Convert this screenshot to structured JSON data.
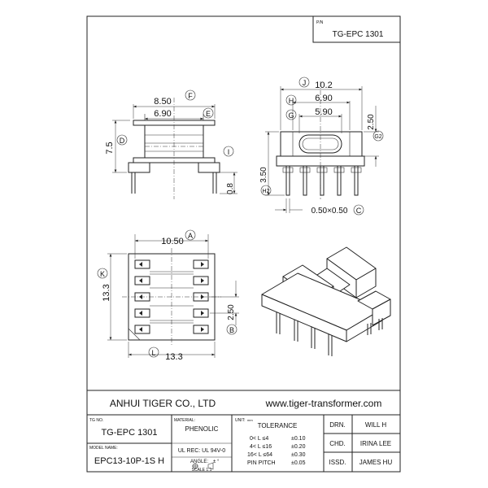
{
  "header": {
    "pn_label": "P/N",
    "pn_value": "TG-EPC 1301"
  },
  "side_view": {
    "dims": {
      "width_outer": "8.50",
      "width_inner": "6.90",
      "height": "7.5",
      "pin_len": "0.8"
    },
    "tags": {
      "width_outer": "F",
      "width_inner": "E",
      "height": "D",
      "pin_len": "I"
    }
  },
  "front_view": {
    "dims": {
      "width_outer": "10.2",
      "width_mid": "6.90",
      "width_inner": "5.90",
      "flange": "2.50",
      "pin_height": "3.50",
      "pin_size": "0.50×0.50"
    },
    "tags": {
      "width_outer": "J",
      "width_mid": "H",
      "width_inner": "G",
      "flange": "G2",
      "pin_height": "H2",
      "pin_size": "C"
    }
  },
  "bottom_view": {
    "dims": {
      "pin_span": "10.50",
      "height": "13.3",
      "pitch": "2.50",
      "width": "13.3"
    },
    "tags": {
      "pin_span": "A",
      "height": "K",
      "pitch": "B",
      "width": "L"
    }
  },
  "footer": {
    "company": "ANHUI TIGER CO., LTD",
    "website": "www.tiger-transformer.com"
  },
  "title_block": {
    "tg_no_label": "TG NO.",
    "tg_no_value": "TG-EPC 1301",
    "model_label": "MODEL NAME:",
    "model_value": "EPC13-10P-1S H",
    "material_label": "MATERIAL:",
    "material_value": "PHENOLIC",
    "ul_rec": "UL REC:  UL 94V-0",
    "angle_label": "ANGLE:",
    "angle_value": "±  °",
    "scale": "SCALE 1:1",
    "unit_label": "UNIT:",
    "unit_value": "mm",
    "tolerance_title": "TOLERANCE",
    "tolerances": [
      {
        "range": "0< L ≤4",
        "value": "±0.10"
      },
      {
        "range": "4< L ≤16",
        "value": "±0.20"
      },
      {
        "range": "16< L ≤64",
        "value": "±0.30"
      },
      {
        "range": "PIN PITCH",
        "value": "±0.05"
      }
    ],
    "drn_label": "DRN.",
    "drn_value": "WILL H",
    "chd_label": "CHD.",
    "chd_value": "IRINA LEE",
    "issd_label": "ISSD.",
    "issd_value": "JAMES HU"
  }
}
